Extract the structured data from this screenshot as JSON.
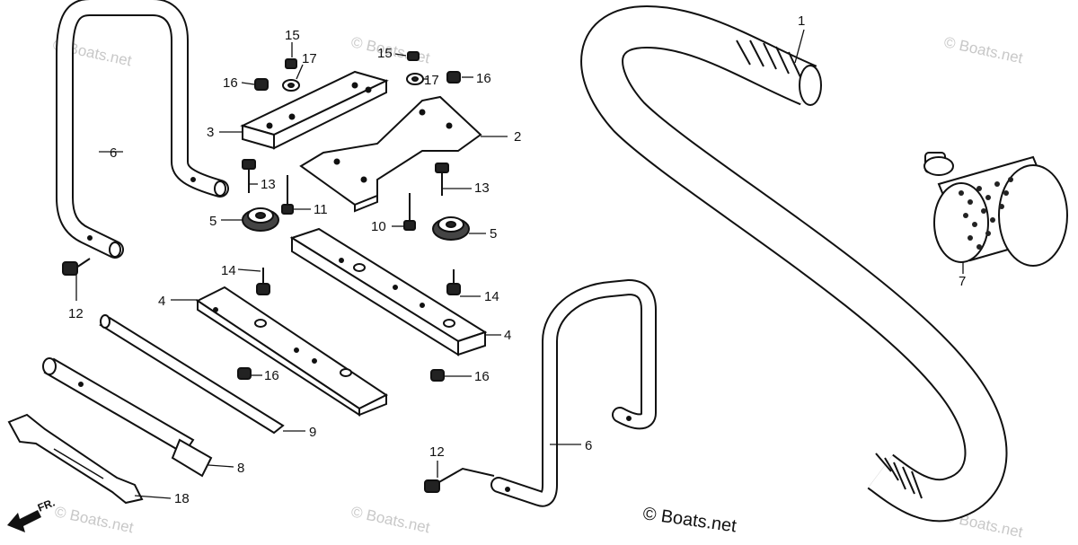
{
  "diagram": {
    "copyright": "© Boats.net",
    "watermark": "© Boats.net",
    "front_marker": "FR.",
    "callouts": {
      "c1": "1",
      "c2": "2",
      "c3": "3",
      "c4a": "4",
      "c4b": "4",
      "c5a": "5",
      "c5b": "5",
      "c6a": "6",
      "c6b": "6",
      "c7": "7",
      "c8": "8",
      "c9": "9",
      "c10": "10",
      "c11": "11",
      "c12a": "12",
      "c12b": "12",
      "c13a": "13",
      "c13b": "13",
      "c14a": "14",
      "c14b": "14",
      "c15a": "15",
      "c15b": "15",
      "c16a": "16",
      "c16b": "16",
      "c16c": "16",
      "c16d": "16",
      "c17a": "17",
      "c17b": "17",
      "c18": "18"
    }
  }
}
